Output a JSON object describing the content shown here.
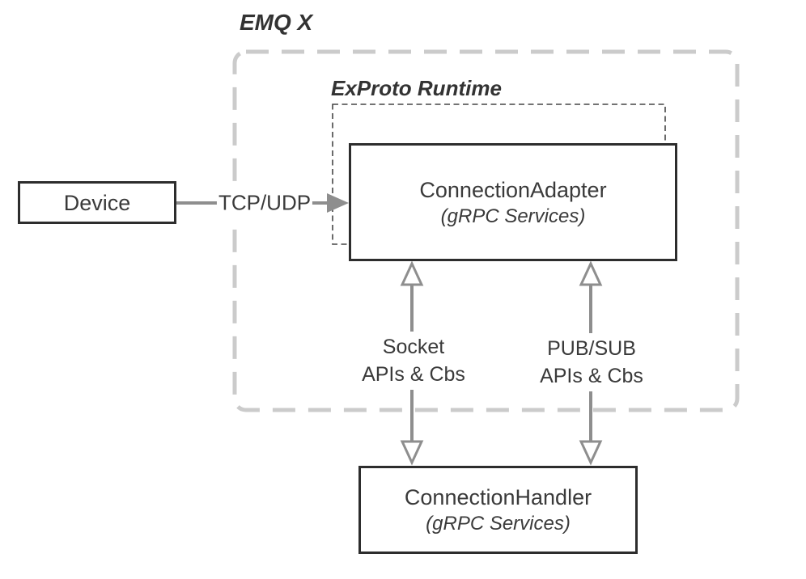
{
  "diagram": {
    "title": "EMQ X",
    "runtime_label": "ExProto Runtime",
    "nodes": {
      "device": {
        "label": "Device"
      },
      "connection_adapter": {
        "label": "ConnectionAdapter",
        "sublabel": "(gRPC Services)"
      },
      "connection_handler": {
        "label": "ConnectionHandler",
        "sublabel": "(gRPC Services)"
      }
    },
    "edges": {
      "tcp_udp": {
        "label": "TCP/UDP",
        "from": "Device",
        "to": "ConnectionAdapter",
        "direction": "right"
      },
      "socket": {
        "label_line1": "Socket",
        "label_line2": "APIs & Cbs",
        "from": "ConnectionAdapter",
        "to": "ConnectionHandler",
        "direction": "both"
      },
      "pubsub": {
        "label_line1": "PUB/SUB",
        "label_line2": "APIs & Cbs",
        "from": "ConnectionAdapter",
        "to": "ConnectionHandler",
        "direction": "both"
      }
    },
    "colors": {
      "box_border": "#2d2d2d",
      "text": "#3a3a3a",
      "connector_gray": "#8e8e8e",
      "outer_dash": "#cbcbcb",
      "inner_dash": "#454545",
      "background": "#ffffff"
    }
  }
}
